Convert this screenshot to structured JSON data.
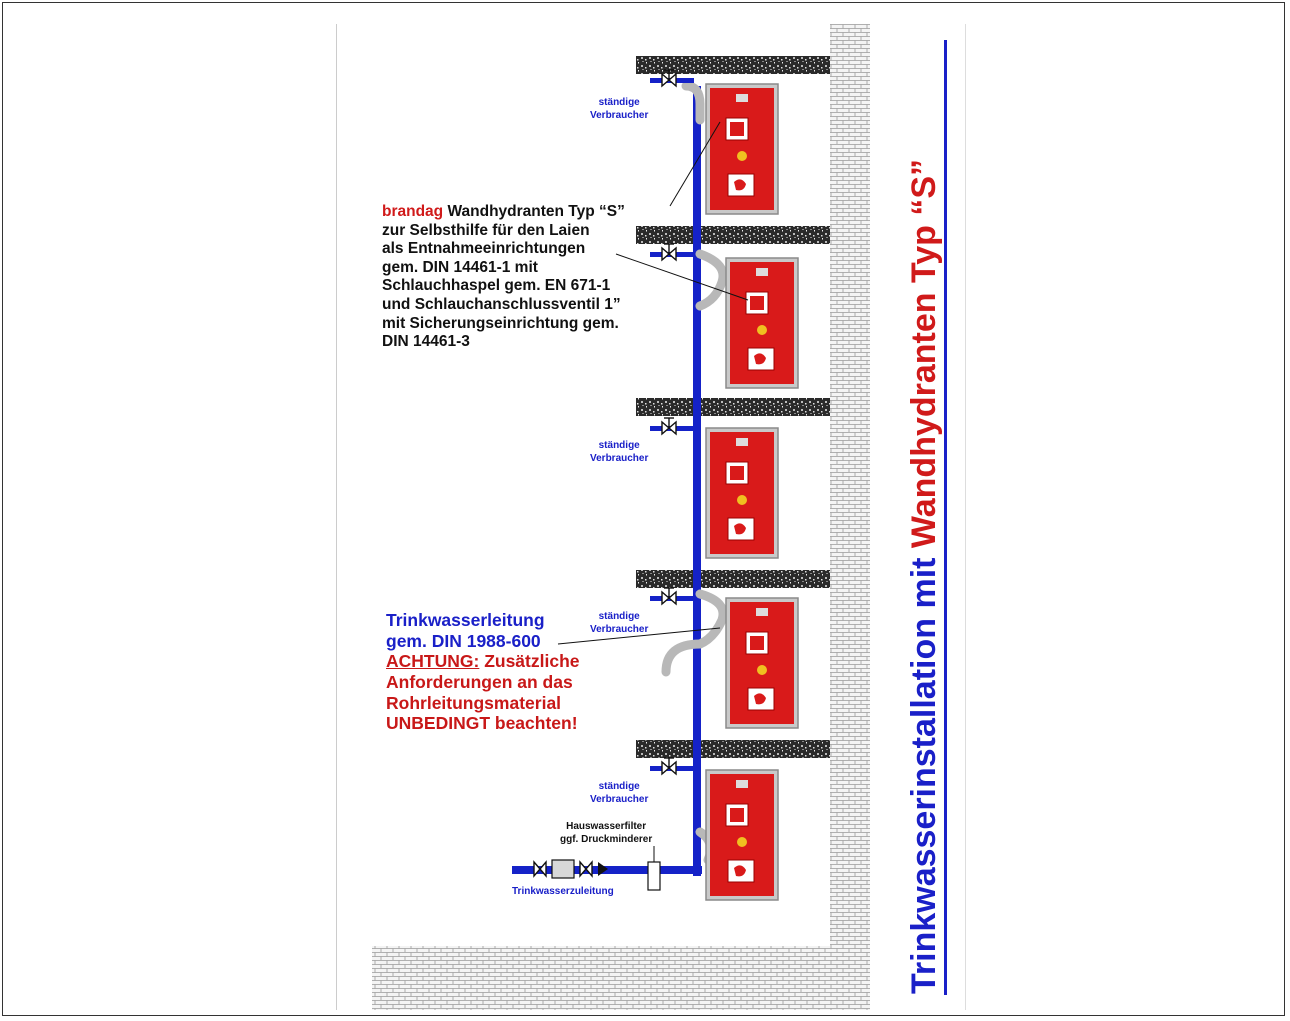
{
  "vertical_title": {
    "part1": "Trinkwasserinstallation mit ",
    "part2": "Wandhydranten Typ “S”",
    "color1": "#1a20c8",
    "color2": "#d01a1a"
  },
  "consumer_label": {
    "line1": "ständige",
    "line2": "Verbraucher"
  },
  "hydrant_callout": {
    "brand": "brandag",
    "lines": [
      " Wandhydranten Typ “S”",
      "zur Selbsthilfe für den Laien",
      "als Entnahmeeinrichtungen",
      "gem. DIN 14461-1 mit",
      "Schlauchhaspel gem. EN 671-1",
      "und Schlauchanschlussventil 1”",
      "mit Sicherungseinrichtung gem.",
      "DIN 14461-3"
    ]
  },
  "pipe_callout": {
    "line1": "Trinkwasserleitung",
    "line2": "gem. DIN 1988-600",
    "warn_head": "ACHTUNG:",
    "warn_rest": " Zusätzliche",
    "warn_lines": [
      "Anforderungen an das",
      "Rohrleitungsmaterial",
      "UNBEDINGT beachten!"
    ]
  },
  "filter_label": {
    "line1": "Hauswasserfilter",
    "line2": "ggf. Druckminderer"
  },
  "supply_label": "Trinkwasserzuleitung",
  "colors": {
    "pipe": "#1522c8",
    "cabinet": "#d91a1a",
    "text_blue": "#1a20c8",
    "text_red": "#c81818"
  }
}
